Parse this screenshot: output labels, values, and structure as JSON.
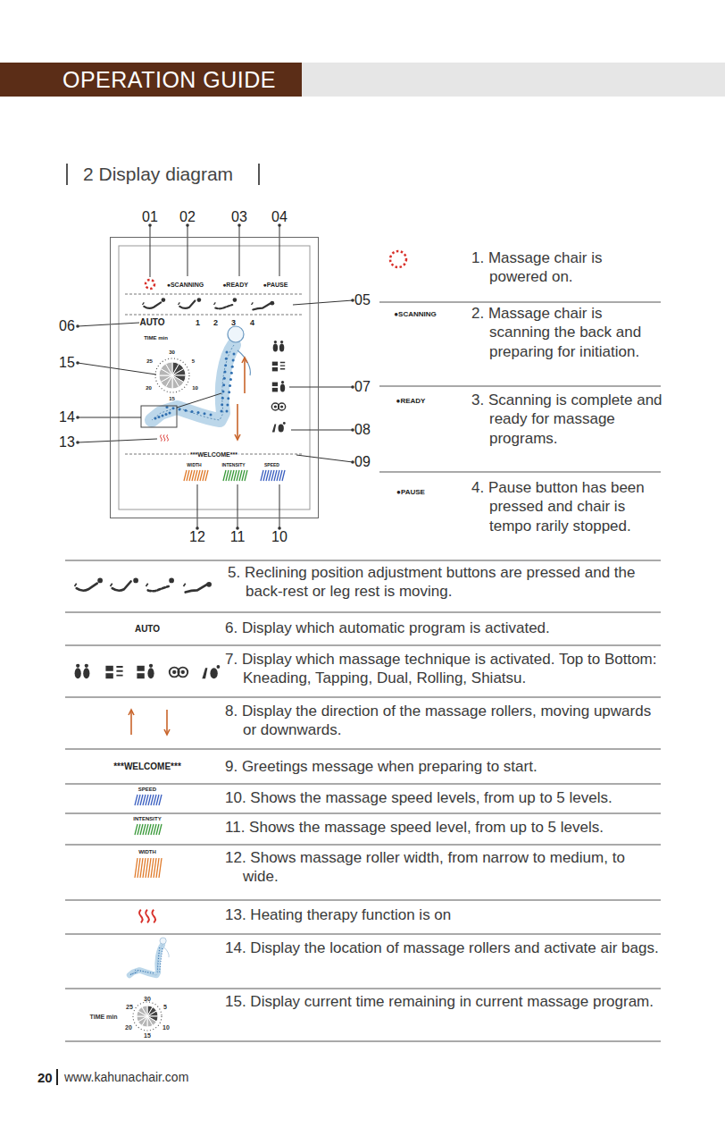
{
  "diagram": {
    "title": "OPERATION GUIDE",
    "nodes": [
      {
        "text": [
          "●SCANNING",
          "●READY",
          "●PAUSE",
          "AUTO",
          "1",
          "2",
          "3",
          "4",
          "TIME min",
          "30",
          "5",
          "10",
          "15",
          "20",
          "25",
          "***WELCOME***",
          "WIDTH",
          "INTENSITY",
          "SPEED"
        ]
      }
    ],
    "labels": [
      "2 Display diagram",
      "01",
      "02",
      "03",
      "04",
      "05",
      "06",
      "07",
      "08",
      "09",
      "10",
      "11",
      "12",
      "13",
      "14",
      "15",
      "●SCANNING",
      "●READY",
      "●PAUSE",
      "1. Massage chair is powered on.",
      "2. Massage chair is scanning the back and preparing for initiation.",
      "3. Scanning is complete and ready for massage programs.",
      "4. Pause button has been pressed and chair is tempo rarily stopped.",
      "5. Reclining position adjustment buttons are pressed and the back-rest or leg rest is moving.",
      "AUTO",
      "6. Display which automatic program is activated.",
      "7. Display which massage technique is activated. Top to Bottom: Kneading, Tapping, Dual, Rolling, Shiatsu.",
      "8. Display the direction of the massage rollers, moving upwards or downwards.",
      "***WELCOME***",
      "9. Greetings message when preparing to start.",
      "SPEED",
      "10. Shows the massage speed levels, from up to 5 levels.",
      "INTENSITY",
      "11. Shows the massage speed level, from up to 5 levels.",
      "WIDTH",
      "12. Shows massage roller width, from narrow to medium, to wide.",
      "13. Heating therapy function is on",
      "14. Display the location of massage rollers and activate air bags.",
      "TIME min",
      "30",
      "5",
      "10",
      "15",
      "20",
      "25",
      "15. Display current time remaining in current massage program.",
      "20",
      "www.kahunachair.com"
    ]
  }
}
